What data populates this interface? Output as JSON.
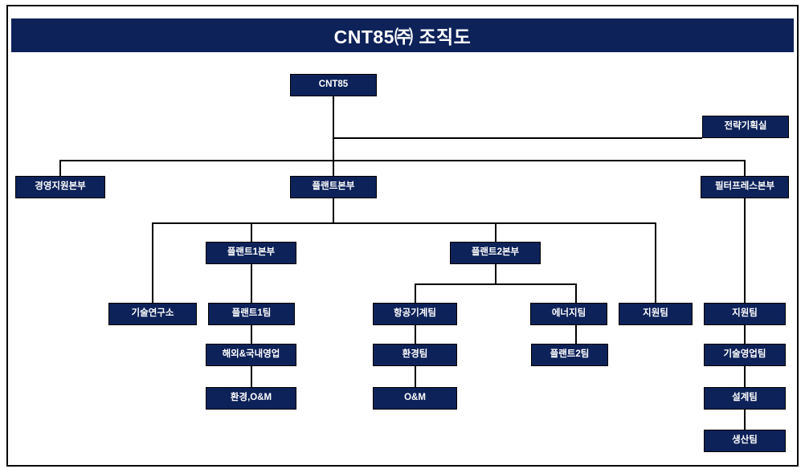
{
  "document": {
    "title": "CNT85㈜ 조직도",
    "accent_color": "#0d2259",
    "line_color": "#000000",
    "background_color": "#ffffff",
    "text_color": "#ffffff"
  },
  "chart_data": {
    "type": "diagram",
    "subtype": "organization-chart",
    "title": "CNT85㈜ 조직도",
    "root": "CNT85",
    "nodes": [
      {
        "id": "cnt85",
        "label": "CNT85",
        "level": 0,
        "parent": null
      },
      {
        "id": "strategy",
        "label": "전략기획실",
        "level": 1,
        "parent": "cnt85"
      },
      {
        "id": "mgmt-support",
        "label": "경영지원본부",
        "level": 1,
        "parent": "cnt85"
      },
      {
        "id": "plant-hq",
        "label": "플랜트본부",
        "level": 1,
        "parent": "cnt85"
      },
      {
        "id": "filterpress",
        "label": "필터프레스본부",
        "level": 1,
        "parent": "cnt85"
      },
      {
        "id": "plant1-hq",
        "label": "플랜트1본부",
        "level": 2,
        "parent": "plant-hq"
      },
      {
        "id": "plant2-hq",
        "label": "플랜트2본부",
        "level": 2,
        "parent": "plant-hq"
      },
      {
        "id": "tech-lab",
        "label": "기술연구소",
        "level": 3,
        "parent": "plant-hq"
      },
      {
        "id": "support-plant",
        "label": "지원팀",
        "level": 3,
        "parent": "plant-hq"
      },
      {
        "id": "plant1-team",
        "label": "플랜트1팀",
        "level": 3,
        "parent": "plant1-hq"
      },
      {
        "id": "sales",
        "label": "해외&국내영업",
        "level": 4,
        "parent": "plant1-team"
      },
      {
        "id": "env-om",
        "label": "환경,O&M",
        "level": 5,
        "parent": "sales"
      },
      {
        "id": "aero",
        "label": "항공기계팀",
        "level": 3,
        "parent": "plant2-hq"
      },
      {
        "id": "energy",
        "label": "에너지팀",
        "level": 3,
        "parent": "plant2-hq"
      },
      {
        "id": "env-team",
        "label": "환경팀",
        "level": 4,
        "parent": "aero"
      },
      {
        "id": "om",
        "label": "O&M",
        "level": 5,
        "parent": "env-team"
      },
      {
        "id": "plant2-team",
        "label": "플랜트2팀",
        "level": 4,
        "parent": "energy"
      },
      {
        "id": "support-fp",
        "label": "지원팀",
        "level": 3,
        "parent": "filterpress"
      },
      {
        "id": "tech-sales",
        "label": "기술영업팀",
        "level": 4,
        "parent": "support-fp"
      },
      {
        "id": "design",
        "label": "설계팀",
        "level": 5,
        "parent": "tech-sales"
      },
      {
        "id": "production",
        "label": "생산팀",
        "level": 6,
        "parent": "design"
      }
    ]
  },
  "nodes": {
    "cnt85": "CNT85",
    "strategy": "전략기획실",
    "mgmt_support": "경영지원본부",
    "plant_hq": "플랜트본부",
    "filterpress": "필터프레스본부",
    "plant1_hq": "플랜트1본부",
    "plant2_hq": "플랜트2본부",
    "tech_lab": "기술연구소",
    "support_plant": "지원팀",
    "plant1_team": "플랜트1팀",
    "sales": "해외&국내영업",
    "env_om": "환경,O&M",
    "aero": "항공기계팀",
    "energy": "에너지팀",
    "env_team": "환경팀",
    "om": "O&M",
    "plant2_team": "플랜트2팀",
    "support_fp": "지원팀",
    "tech_sales": "기술영업팀",
    "design": "설계팀",
    "production": "생산팀"
  }
}
